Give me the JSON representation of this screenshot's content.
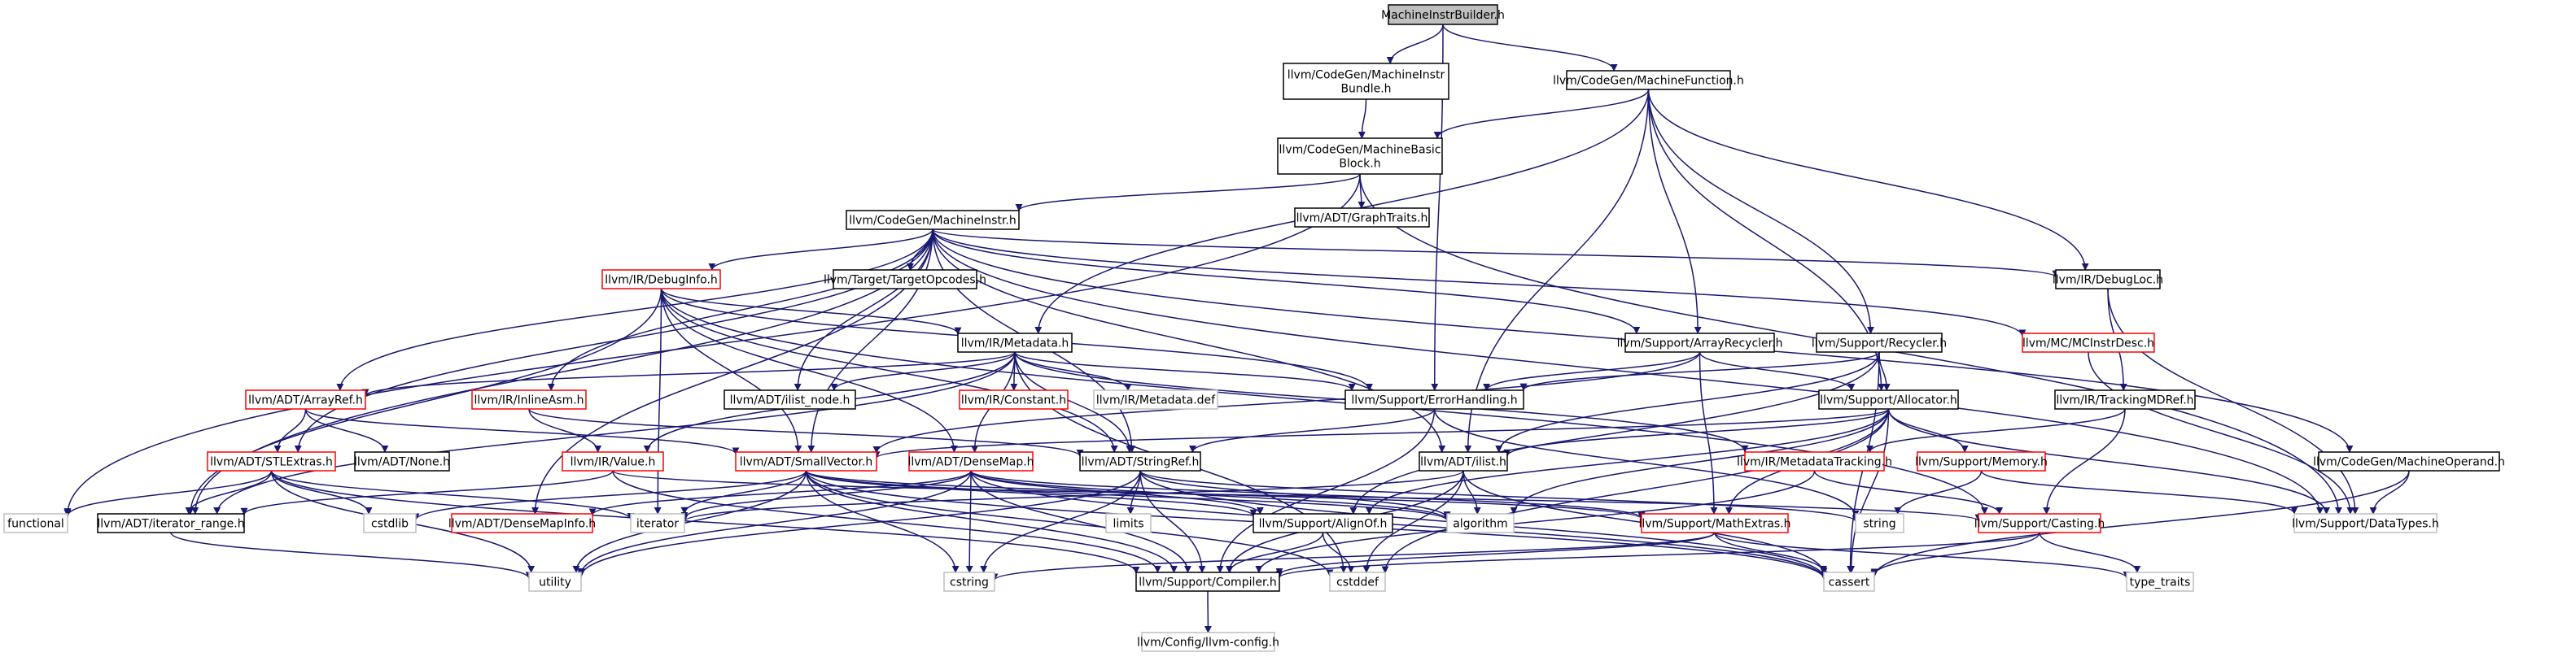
{
  "colors": {
    "edge": "#191970",
    "root_fill": "#bfbfbf",
    "box_default": "#000000",
    "box_red": "#ff0000",
    "box_grey": "#bfbfbf",
    "background": "#ffffff"
  },
  "nodes": [
    {
      "id": "root",
      "lines": [
        "MachineInstrBuilder.h"
      ],
      "style": "root"
    },
    {
      "id": "mib",
      "lines": [
        "llvm/CodeGen/MachineInstr",
        "Bundle.h"
      ],
      "style": "black"
    },
    {
      "id": "mf",
      "lines": [
        "llvm/CodeGen/MachineFunction.h"
      ],
      "style": "black"
    },
    {
      "id": "mbb",
      "lines": [
        "llvm/CodeGen/MachineBasic",
        "Block.h"
      ],
      "style": "black"
    },
    {
      "id": "gt",
      "lines": [
        "llvm/ADT/GraphTraits.h"
      ],
      "style": "black"
    },
    {
      "id": "mi",
      "lines": [
        "llvm/CodeGen/MachineInstr.h"
      ],
      "style": "black"
    },
    {
      "id": "dbginfo",
      "lines": [
        "llvm/IR/DebugInfo.h"
      ],
      "style": "red"
    },
    {
      "id": "tto",
      "lines": [
        "llvm/Target/TargetOpcodes.h"
      ],
      "style": "black"
    },
    {
      "id": "dbgloc",
      "lines": [
        "llvm/IR/DebugLoc.h"
      ],
      "style": "black"
    },
    {
      "id": "md",
      "lines": [
        "llvm/IR/Metadata.h"
      ],
      "style": "black"
    },
    {
      "id": "arec",
      "lines": [
        "llvm/Support/ArrayRecycler.h"
      ],
      "style": "black"
    },
    {
      "id": "rec",
      "lines": [
        "llvm/Support/Recycler.h"
      ],
      "style": "black"
    },
    {
      "id": "mcid",
      "lines": [
        "llvm/MC/MCInstrDesc.h"
      ],
      "style": "red"
    },
    {
      "id": "aref",
      "lines": [
        "llvm/ADT/ArrayRef.h"
      ],
      "style": "red"
    },
    {
      "id": "iasm",
      "lines": [
        "llvm/IR/InlineAsm.h"
      ],
      "style": "red"
    },
    {
      "id": "ilnode",
      "lines": [
        "llvm/ADT/ilist_node.h"
      ],
      "style": "black"
    },
    {
      "id": "const",
      "lines": [
        "llvm/IR/Constant.h"
      ],
      "style": "red"
    },
    {
      "id": "mddef",
      "lines": [
        "llvm/IR/Metadata.def"
      ],
      "style": "grey"
    },
    {
      "id": "err",
      "lines": [
        "llvm/Support/ErrorHandling.h"
      ],
      "style": "black"
    },
    {
      "id": "alloc",
      "lines": [
        "llvm/Support/Allocator.h"
      ],
      "style": "black"
    },
    {
      "id": "tmd",
      "lines": [
        "llvm/IR/TrackingMDRef.h"
      ],
      "style": "black"
    },
    {
      "id": "stl",
      "lines": [
        "llvm/ADT/STLExtras.h"
      ],
      "style": "red"
    },
    {
      "id": "none",
      "lines": [
        "llvm/ADT/None.h"
      ],
      "style": "black"
    },
    {
      "id": "val",
      "lines": [
        "llvm/IR/Value.h"
      ],
      "style": "red"
    },
    {
      "id": "sv",
      "lines": [
        "llvm/ADT/SmallVector.h"
      ],
      "style": "red"
    },
    {
      "id": "dm",
      "lines": [
        "llvm/ADT/DenseMap.h"
      ],
      "style": "red"
    },
    {
      "id": "sref",
      "lines": [
        "llvm/ADT/StringRef.h"
      ],
      "style": "black"
    },
    {
      "id": "ilist",
      "lines": [
        "llvm/ADT/ilist.h"
      ],
      "style": "black"
    },
    {
      "id": "mdtrack",
      "lines": [
        "llvm/IR/MetadataTracking.h"
      ],
      "style": "red"
    },
    {
      "id": "mem",
      "lines": [
        "llvm/Support/Memory.h"
      ],
      "style": "red"
    },
    {
      "id": "mop",
      "lines": [
        "llvm/CodeGen/MachineOperand.h"
      ],
      "style": "black"
    },
    {
      "id": "functional",
      "lines": [
        "functional"
      ],
      "style": "grey"
    },
    {
      "id": "itrange",
      "lines": [
        "llvm/ADT/iterator_range.h"
      ],
      "style": "black"
    },
    {
      "id": "cstdlib",
      "lines": [
        "cstdlib"
      ],
      "style": "grey"
    },
    {
      "id": "dmi",
      "lines": [
        "llvm/ADT/DenseMapInfo.h"
      ],
      "style": "red"
    },
    {
      "id": "iter",
      "lines": [
        "iterator"
      ],
      "style": "grey"
    },
    {
      "id": "limits",
      "lines": [
        "limits"
      ],
      "style": "grey"
    },
    {
      "id": "alignof",
      "lines": [
        "llvm/Support/AlignOf.h"
      ],
      "style": "black"
    },
    {
      "id": "algo",
      "lines": [
        "algorithm"
      ],
      "style": "grey"
    },
    {
      "id": "mathx",
      "lines": [
        "llvm/Support/MathExtras.h"
      ],
      "style": "red"
    },
    {
      "id": "string",
      "lines": [
        "string"
      ],
      "style": "grey"
    },
    {
      "id": "cast",
      "lines": [
        "llvm/Support/Casting.h"
      ],
      "style": "red"
    },
    {
      "id": "dtypes",
      "lines": [
        "llvm/Support/DataTypes.h"
      ],
      "style": "grey"
    },
    {
      "id": "utility",
      "lines": [
        "utility"
      ],
      "style": "grey"
    },
    {
      "id": "cstring",
      "lines": [
        "cstring"
      ],
      "style": "grey"
    },
    {
      "id": "comp",
      "lines": [
        "llvm/Support/Compiler.h"
      ],
      "style": "black"
    },
    {
      "id": "cstddef",
      "lines": [
        "cstddef"
      ],
      "style": "grey"
    },
    {
      "id": "cassert",
      "lines": [
        "cassert"
      ],
      "style": "grey"
    },
    {
      "id": "ttraits",
      "lines": [
        "type_traits"
      ],
      "style": "grey"
    },
    {
      "id": "config",
      "lines": [
        "llvm/Config/llvm-config.h"
      ],
      "style": "grey"
    }
  ],
  "edges": [
    [
      "root",
      "mib"
    ],
    [
      "root",
      "mf"
    ],
    [
      "root",
      "err"
    ],
    [
      "mib",
      "mbb"
    ],
    [
      "mf",
      "mbb"
    ],
    [
      "mf",
      "md"
    ],
    [
      "mf",
      "arec"
    ],
    [
      "mf",
      "rec"
    ],
    [
      "mf",
      "alloc"
    ],
    [
      "mf",
      "ilist"
    ],
    [
      "mf",
      "dbgloc"
    ],
    [
      "mbb",
      "mi"
    ],
    [
      "mbb",
      "gt"
    ],
    [
      "mbb",
      "functional"
    ],
    [
      "mbb",
      "dtypes"
    ],
    [
      "mi",
      "dbginfo"
    ],
    [
      "mi",
      "tto"
    ],
    [
      "mi",
      "dbgloc"
    ],
    [
      "mi",
      "aref"
    ],
    [
      "mi",
      "iasm"
    ],
    [
      "mi",
      "stl"
    ],
    [
      "mi",
      "ilnode"
    ],
    [
      "mi",
      "sref"
    ],
    [
      "mi",
      "ilist"
    ],
    [
      "mi",
      "arec"
    ],
    [
      "mi",
      "mcid"
    ],
    [
      "mi",
      "mop"
    ],
    [
      "mi",
      "dmi"
    ],
    [
      "mi",
      "itrange"
    ],
    [
      "mi",
      "dtypes"
    ],
    [
      "mi",
      "sv"
    ],
    [
      "dbginfo",
      "md"
    ],
    [
      "dbginfo",
      "sv"
    ],
    [
      "dbginfo",
      "sref"
    ],
    [
      "dbginfo",
      "itrange"
    ],
    [
      "dbginfo",
      "iter"
    ],
    [
      "dbginfo",
      "err"
    ],
    [
      "dbginfo",
      "cast"
    ],
    [
      "dbginfo",
      "dm"
    ],
    [
      "md",
      "aref"
    ],
    [
      "md",
      "const"
    ],
    [
      "md",
      "mddef"
    ],
    [
      "md",
      "ilnode"
    ],
    [
      "md",
      "err"
    ],
    [
      "md",
      "mdtrack"
    ],
    [
      "md",
      "dm"
    ],
    [
      "md",
      "val"
    ],
    [
      "md",
      "sref"
    ],
    [
      "md",
      "itrange"
    ],
    [
      "md",
      "cstddef"
    ],
    [
      "dbgloc",
      "tmd"
    ],
    [
      "dbgloc",
      "dtypes"
    ],
    [
      "arec",
      "err"
    ],
    [
      "arec",
      "alloc"
    ],
    [
      "arec",
      "mathx"
    ],
    [
      "arec",
      "sv"
    ],
    [
      "rec",
      "alloc"
    ],
    [
      "rec",
      "err"
    ],
    [
      "rec",
      "ilist"
    ],
    [
      "rec",
      "cassert"
    ],
    [
      "rec",
      "alignof"
    ],
    [
      "mcid",
      "dtypes"
    ],
    [
      "aref",
      "stl"
    ],
    [
      "aref",
      "none"
    ],
    [
      "aref",
      "sv"
    ],
    [
      "iasm",
      "val"
    ],
    [
      "iasm",
      "sref"
    ],
    [
      "err",
      "comp"
    ],
    [
      "err",
      "sref"
    ],
    [
      "err",
      "string"
    ],
    [
      "alloc",
      "sv"
    ],
    [
      "alloc",
      "alignof"
    ],
    [
      "alloc",
      "mathx"
    ],
    [
      "alloc",
      "mem"
    ],
    [
      "alloc",
      "dtypes"
    ],
    [
      "alloc",
      "algo"
    ],
    [
      "alloc",
      "cstddef"
    ],
    [
      "alloc",
      "cassert"
    ],
    [
      "alloc",
      "ilist"
    ],
    [
      "tmd",
      "mdtrack"
    ],
    [
      "tmd",
      "cast"
    ],
    [
      "stl",
      "functional"
    ],
    [
      "stl",
      "itrange"
    ],
    [
      "stl",
      "cstdlib"
    ],
    [
      "stl",
      "iter"
    ],
    [
      "stl",
      "utility"
    ],
    [
      "stl",
      "comp"
    ],
    [
      "val",
      "itrange"
    ],
    [
      "val",
      "cast"
    ],
    [
      "val",
      "comp"
    ],
    [
      "sv",
      "cstdlib"
    ],
    [
      "sv",
      "iter"
    ],
    [
      "sv",
      "alignof"
    ],
    [
      "sv",
      "algo"
    ],
    [
      "sv",
      "mathx"
    ],
    [
      "sv",
      "comp"
    ],
    [
      "sv",
      "cstring"
    ],
    [
      "sv",
      "utility"
    ],
    [
      "sv",
      "cstddef"
    ],
    [
      "sv",
      "cassert"
    ],
    [
      "dm",
      "dmi"
    ],
    [
      "dm",
      "alignof"
    ],
    [
      "dm",
      "mathx"
    ],
    [
      "dm",
      "comp"
    ],
    [
      "dm",
      "cstring"
    ],
    [
      "dm",
      "utility"
    ],
    [
      "dm",
      "iter"
    ],
    [
      "dm",
      "algo"
    ],
    [
      "dm",
      "cassert"
    ],
    [
      "sref",
      "comp"
    ],
    [
      "sref",
      "algo"
    ],
    [
      "sref",
      "cstring"
    ],
    [
      "sref",
      "limits"
    ],
    [
      "sref",
      "string"
    ],
    [
      "sref",
      "utility"
    ],
    [
      "sref",
      "cassert"
    ],
    [
      "ilist",
      "comp"
    ],
    [
      "ilist",
      "algo"
    ],
    [
      "ilist",
      "iter"
    ],
    [
      "ilist",
      "cstddef"
    ],
    [
      "ilist",
      "cassert"
    ],
    [
      "mdtrack",
      "cast"
    ],
    [
      "mdtrack",
      "comp"
    ],
    [
      "mem",
      "dtypes"
    ],
    [
      "mem",
      "string"
    ],
    [
      "mop",
      "dtypes"
    ],
    [
      "mop",
      "cassert"
    ],
    [
      "itrange",
      "utility"
    ],
    [
      "alignof",
      "comp"
    ],
    [
      "alignof",
      "cstddef"
    ],
    [
      "mathx",
      "comp"
    ],
    [
      "mathx",
      "cassert"
    ],
    [
      "mathx",
      "ttraits"
    ],
    [
      "mathx",
      "cstring"
    ],
    [
      "cast",
      "comp"
    ],
    [
      "cast",
      "ttraits"
    ],
    [
      "cast",
      "cassert"
    ],
    [
      "comp",
      "config"
    ]
  ]
}
